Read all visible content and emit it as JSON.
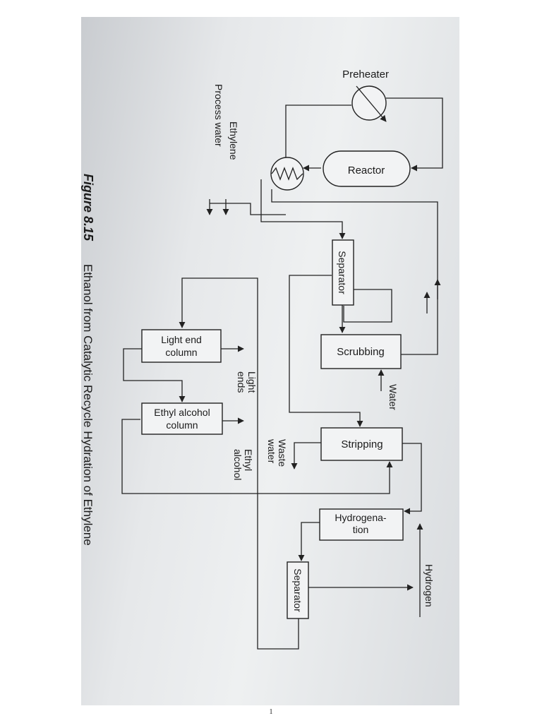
{
  "diagram": {
    "units": {
      "preheater": "Preheater",
      "reactor": "Reactor",
      "separator_1": "Separator",
      "scrubbing": "Scrubbing",
      "stripping": "Stripping",
      "hydrogenation": [
        "Hydrogena-",
        "tion"
      ],
      "separator_2": "Separator",
      "light_end_column": [
        "Light end",
        "column"
      ],
      "ethyl_alcohol_column": [
        "Ethyl alcohol",
        "column"
      ]
    },
    "streams": {
      "ethylene": "Ethylene",
      "process_water": "Process water",
      "water": "Water",
      "light_ends": [
        "Light",
        "ends"
      ],
      "waste_water": [
        "Waste",
        "water"
      ],
      "ethyl_alcohol": [
        "Ethyl",
        "alcohol"
      ],
      "hydrogen": "Hydrogen"
    },
    "caption": {
      "number": "Figure 8.15",
      "text": "Ethanol from Catalytic Recycle Hydration of Ethylene"
    }
  },
  "page": {
    "number": "1"
  }
}
